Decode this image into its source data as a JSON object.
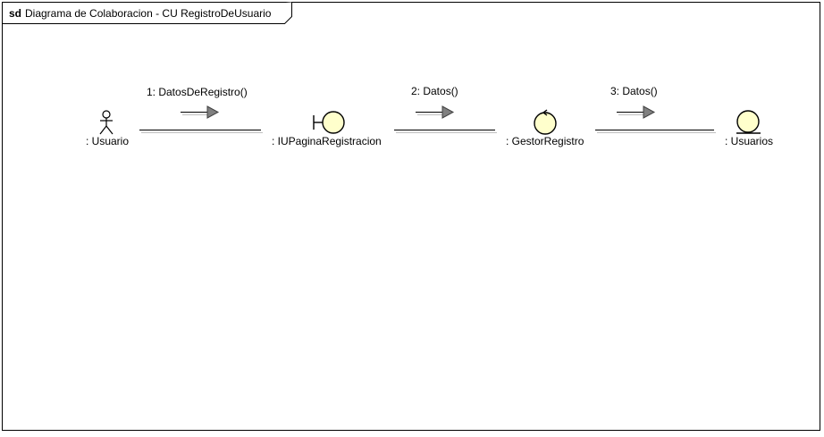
{
  "frame": {
    "keyword": "sd",
    "title": "Diagrama de Colaboracion - CU RegistroDeUsuario"
  },
  "lifelines": [
    {
      "kind": "actor",
      "label": ": Usuario"
    },
    {
      "kind": "boundary",
      "label": ": IUPaginaRegistracion"
    },
    {
      "kind": "control",
      "label": ": GestorRegistro"
    },
    {
      "kind": "entity",
      "label": ": Usuarios"
    }
  ],
  "messages": [
    {
      "label": "1: DatosDeRegistro()"
    },
    {
      "label": "2: Datos()"
    },
    {
      "label": "3: Datos()"
    }
  ],
  "colors": {
    "frame_border": "#000000",
    "element_fill": "#ffffcc",
    "arrow_head": "#808080",
    "link_shadow": "#c0c0c0"
  }
}
